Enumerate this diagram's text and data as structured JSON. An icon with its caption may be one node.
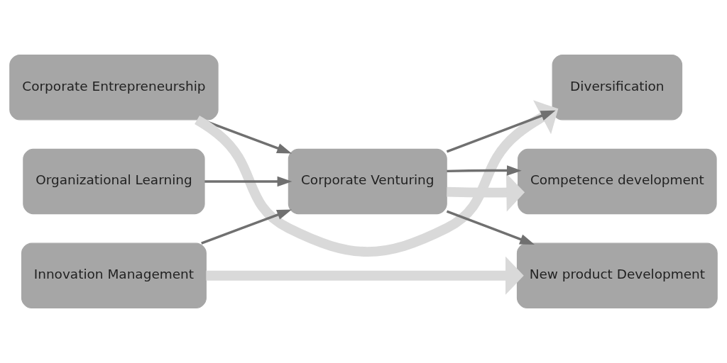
{
  "diagram": {
    "nodes": [
      {
        "text": [
          "Corporate Entrepreneurship"
        ]
      },
      {
        "text": [
          "Organizational Learning"
        ]
      },
      {
        "text": [
          "Innovation Management"
        ]
      },
      {
        "text": [
          "Corporate Venturing"
        ]
      },
      {
        "text": [
          "Diversification"
        ]
      },
      {
        "text": [
          "Competence development"
        ]
      },
      {
        "text": [
          "New product Development"
        ]
      }
    ],
    "edges": [
      {
        "from": 0,
        "to": 4,
        "arrow": "to",
        "style": "thick",
        "color": "#d9d9d9"
      },
      {
        "from": 2,
        "to": 6,
        "arrow": "to",
        "style": "thick",
        "color": "#d9d9d9"
      },
      {
        "from": 3,
        "to": 5,
        "arrow": "to",
        "style": "thick",
        "color": "#d9d9d9"
      },
      {
        "from": 0,
        "to": 3,
        "arrow": "to"
      },
      {
        "from": 1,
        "to": 3,
        "arrow": "to"
      },
      {
        "from": 2,
        "to": 3,
        "arrow": "to"
      },
      {
        "from": 3,
        "to": 4,
        "arrow": "to"
      },
      {
        "from": 3,
        "to": 5,
        "arrow": "to"
      },
      {
        "from": 3,
        "to": 6,
        "arrow": "to"
      }
    ]
  }
}
